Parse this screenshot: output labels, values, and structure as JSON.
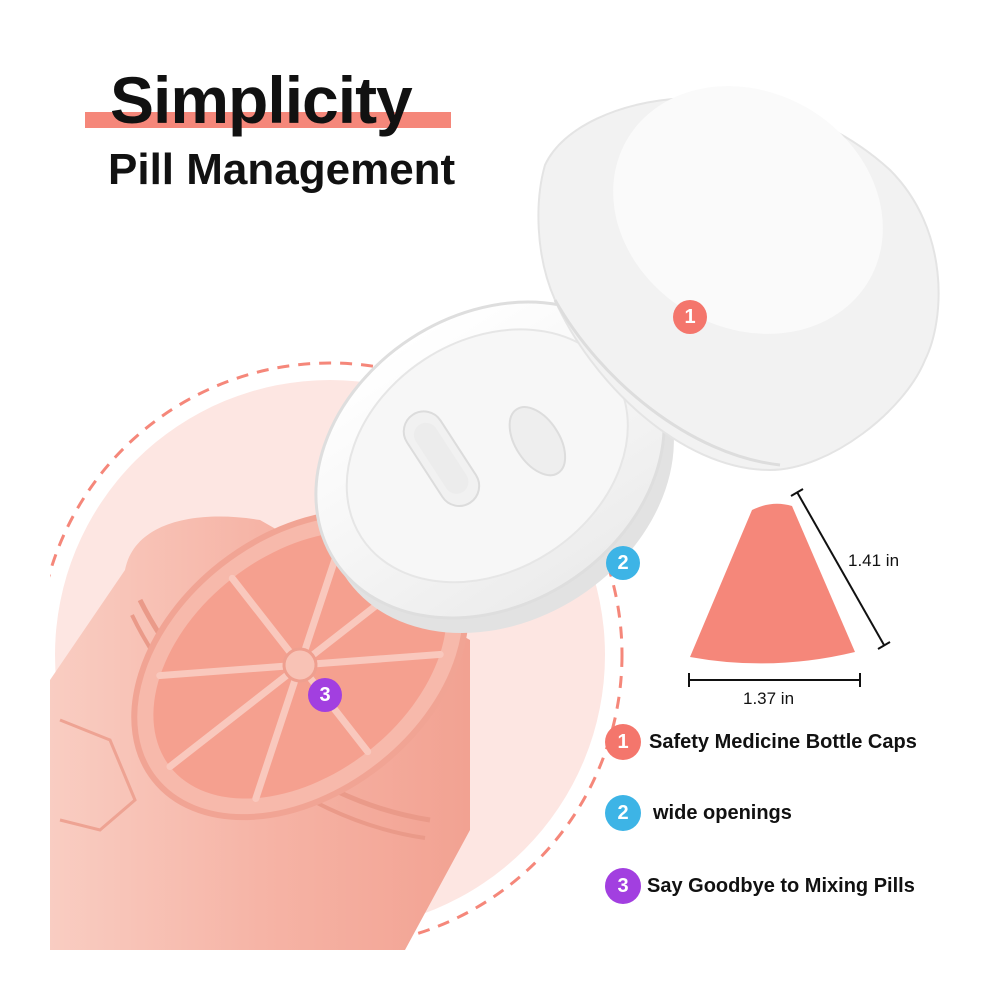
{
  "header": {
    "title": "Simplicity",
    "subtitle": "Pill Management"
  },
  "callouts": [
    {
      "number": "1",
      "color": "#f4766c"
    },
    {
      "number": "2",
      "color": "#3db4e6"
    },
    {
      "number": "3",
      "color": "#a23fe0"
    }
  ],
  "dimensions": {
    "side_length": "1.41 in",
    "base_width": "1.37 in"
  },
  "legend": [
    {
      "number": "1",
      "text": "Safety Medicine Bottle Caps"
    },
    {
      "number": "2",
      "text": "wide openings"
    },
    {
      "number": "3",
      "text": "Say Goodbye to Mixing Pills"
    }
  ],
  "colors": {
    "accent": "#f5877a",
    "pink_bg": "#fde6e2",
    "bottle": "#f7b6a8",
    "compartment": "#f5a08f",
    "wedge": "#f5877a"
  }
}
